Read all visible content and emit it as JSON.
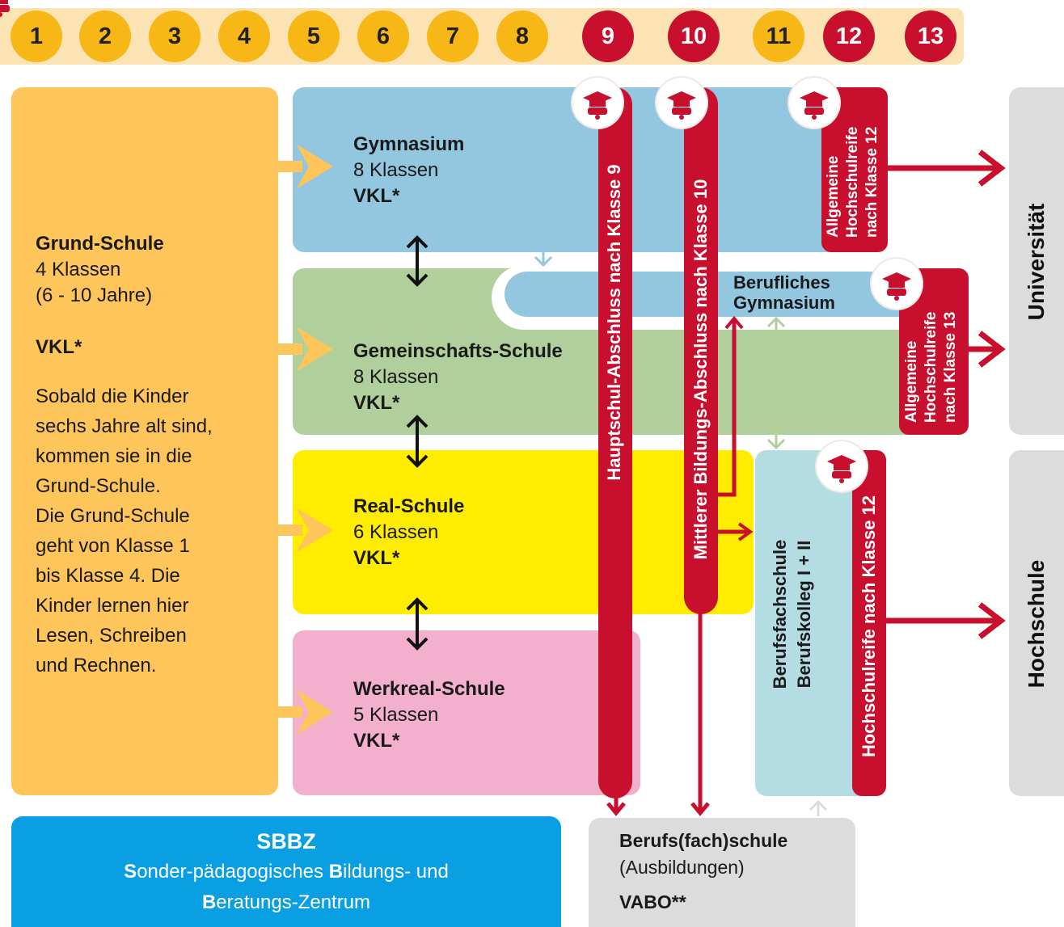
{
  "grades": [
    {
      "label": "1",
      "color": "yellow"
    },
    {
      "label": "2",
      "color": "yellow"
    },
    {
      "label": "3",
      "color": "yellow"
    },
    {
      "label": "4",
      "color": "yellow"
    },
    {
      "label": "5",
      "color": "yellow"
    },
    {
      "label": "6",
      "color": "yellow"
    },
    {
      "label": "7",
      "color": "yellow"
    },
    {
      "label": "8",
      "color": "yellow"
    },
    {
      "label": "9",
      "color": "red"
    },
    {
      "label": "10",
      "color": "red"
    },
    {
      "label": "11",
      "color": "yellow"
    },
    {
      "label": "12",
      "color": "red"
    },
    {
      "label": "13",
      "color": "red"
    }
  ],
  "grundschule": {
    "title": "Grund-Schule",
    "line1": "4 Klassen",
    "line2": "(6 - 10 Jahre)",
    "vkl": "VKL*",
    "description": [
      "Sobald die Kinder",
      "sechs Jahre alt sind,",
      "kommen sie in die",
      "Grund-Schule.",
      "Die Grund-Schule",
      "geht von Klasse 1",
      "bis Klasse 4. Die",
      "Kinder lernen hier",
      "Lesen, Schreiben",
      "und Rechnen."
    ]
  },
  "gymnasium": {
    "title": "Gymnasium",
    "classes": "8 Klassen",
    "vkl": "VKL*"
  },
  "gemeinschaftsschule": {
    "title": "Gemeinschafts-Schule",
    "classes": "8 Klassen",
    "vkl": "VKL*"
  },
  "realschule": {
    "title": "Real-Schule",
    "classes": "6 Klassen",
    "vkl": "VKL*"
  },
  "werkrealschule": {
    "title": "Werkreal-Schule",
    "classes": "5 Klassen",
    "vkl": "VKL*"
  },
  "berufliches_gymnasium": {
    "line1": "Berufliches",
    "line2": "Gymnasium"
  },
  "berufsfachschule": {
    "line1": "Berufsfachschule",
    "line2": "Berufskolleg I + II"
  },
  "bars": {
    "hauptschul": "Hauptschul-Abschluss nach Klasse 9",
    "mittlerer": "Mittlerer Bildungs-Abschluss nach Klasse 10",
    "hochschulreife12_line1": "Allgemeine",
    "hochschulreife12_line2": "Hochschulreife",
    "hochschulreife12_line3": "nach Klasse 12",
    "hochschulreife13_line1": "Allgemeine",
    "hochschulreife13_line2": "Hochschulreife",
    "hochschulreife13_line3": "nach Klasse 13",
    "hochschulreife_fach": "Hochschulreife nach Klasse 12"
  },
  "destinations": {
    "universitaet": "Universität",
    "hochschule": "Hochschule"
  },
  "sbbz": {
    "title": "SBBZ",
    "line1_first": "S",
    "line1_rest1": "onder-pädagogisches ",
    "line1_b": "B",
    "line1_rest2": "ildungs- und",
    "line2_first": "B",
    "line2_rest": "eratungs-Zentrum"
  },
  "berufsschule": {
    "title": "Berufs(fach)schule",
    "subtitle": "(Ausbildungen)",
    "vabo": "VABO**"
  },
  "colors": {
    "yellow": "#f7b817",
    "red": "#c8102e",
    "grund": "#fdc55a",
    "gym": "#93c7e0",
    "gem": "#b0cf9c",
    "real": "#ffec00",
    "werk": "#f3b0cc",
    "beruf_fach": "#b4dce3",
    "sbbz": "#0a9ee2",
    "grey": "#dcdcdc"
  }
}
